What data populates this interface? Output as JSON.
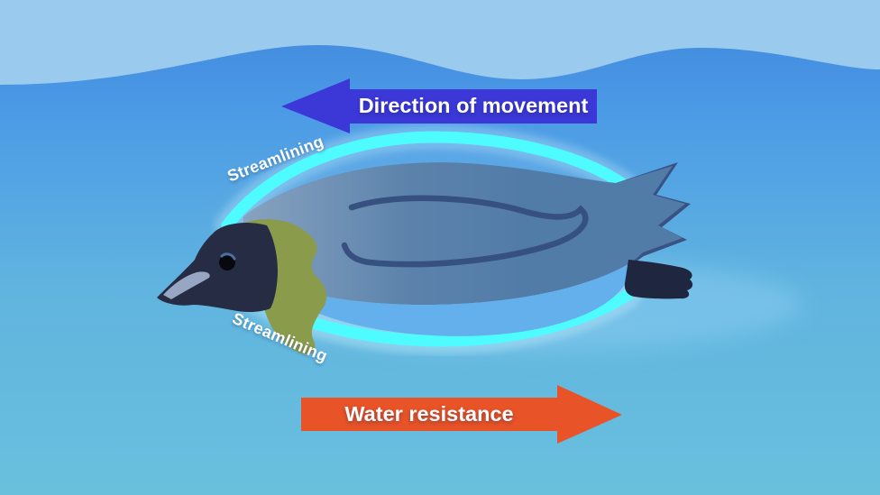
{
  "scene": {
    "title": "Penguin swimming underwater - streamlining diagram",
    "subject": "penguin"
  },
  "arrows": [
    {
      "label": "Direction of movement",
      "direction": "left",
      "color": "#3c38d8"
    },
    {
      "label": "Water resistance",
      "direction": "right",
      "color": "#e85327"
    }
  ],
  "labels": {
    "streamlining_top": "Streamlining",
    "streamlining_bottom": "Streamlining"
  },
  "colors": {
    "sky": "#9acaee",
    "water_top": "#4085dc",
    "water_bottom": "#69c0dd",
    "streamline_arc": "#4efcff",
    "penguin_body": "#5d84ae",
    "penguin_head": "#272c45",
    "penguin_outline": "#36507f",
    "penguin_neck_patch": "#8a9b4b",
    "penguin_feet": "#1f2740",
    "beak_stripe": "#97a6c3",
    "belly_wake": "#64b0ec"
  }
}
